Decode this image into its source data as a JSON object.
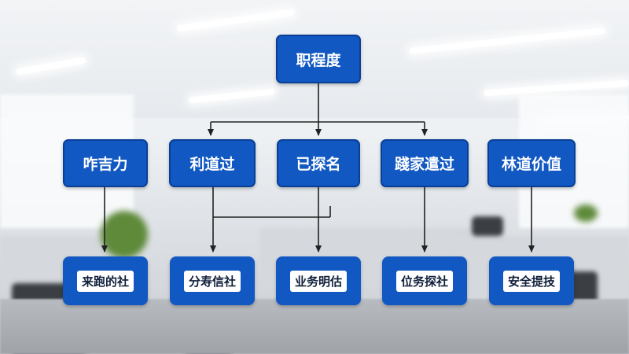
{
  "colors": {
    "node_fill": "#1158c3",
    "node_border": "#0a3f96",
    "node_text": "#ffffff",
    "leaf_text": "#0f1e3a",
    "connector": "#222222"
  },
  "root": {
    "label": "职程度"
  },
  "level1": [
    {
      "label": "咋吉力"
    },
    {
      "label": "利道过"
    },
    {
      "label": "已探名"
    },
    {
      "label": "踐家遣过"
    },
    {
      "label": "林道价值"
    }
  ],
  "level2": [
    {
      "label": "来跑的社"
    },
    {
      "label": "分寿信社"
    },
    {
      "label": "业务明估"
    },
    {
      "label": "位务探社"
    },
    {
      "label": "安全提技"
    }
  ]
}
